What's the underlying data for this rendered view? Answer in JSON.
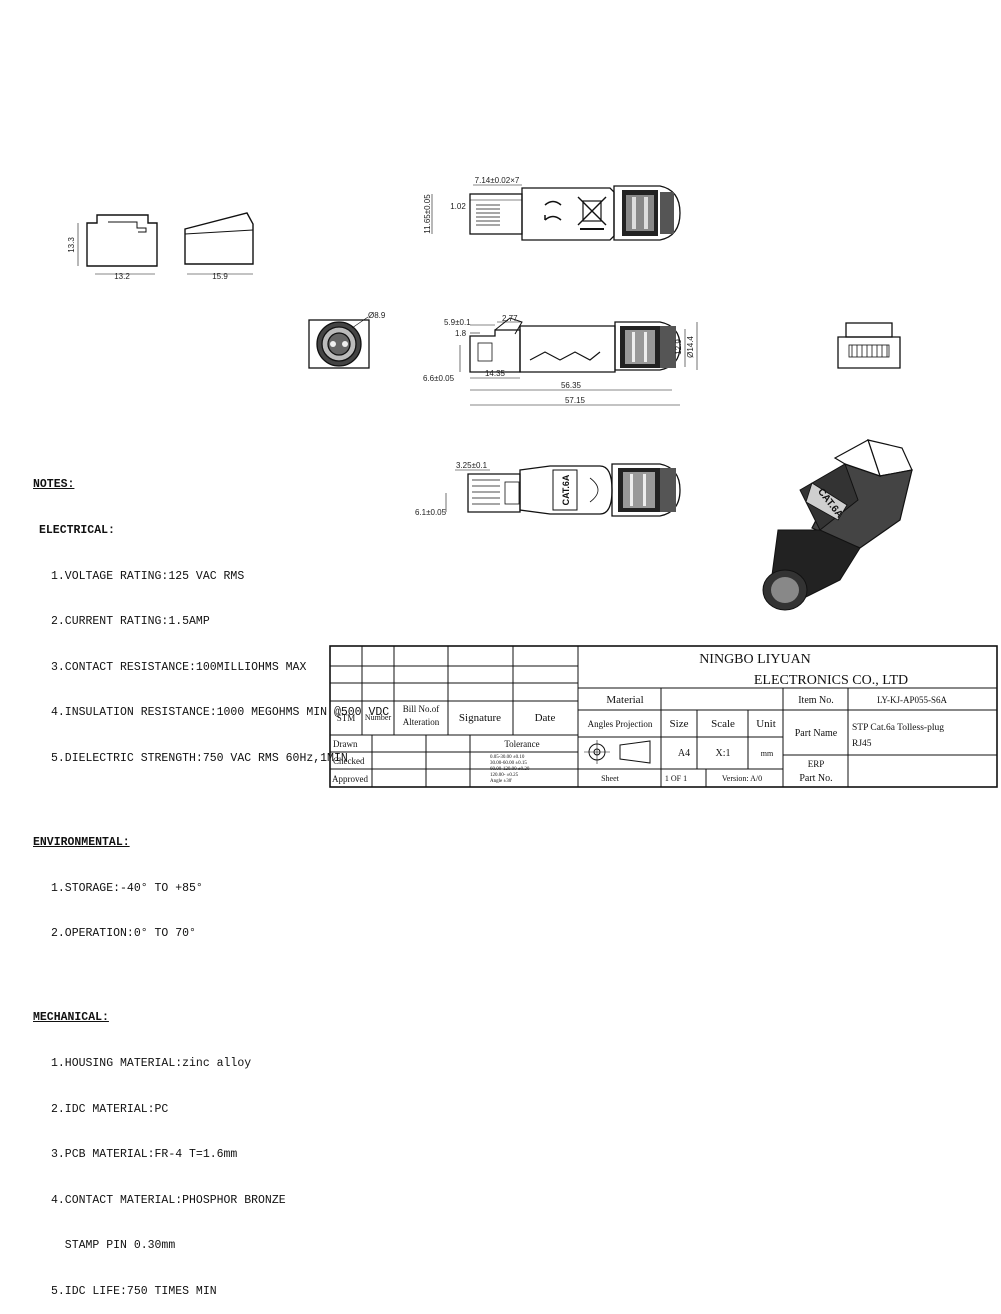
{
  "dimensions": {
    "boot_front_height": "13.3",
    "boot_front_width": "13.2",
    "boot_side_length": "15.9",
    "top_width": "7.14±0.02×7",
    "top_height": "11.65±0.05",
    "top_inner": "1.02",
    "end_diameter": "Ø8.9",
    "side_a": "5.9±0.1",
    "side_b": "1.8",
    "side_c": "2.77",
    "side_d": "6.6±0.05",
    "side_e": "14.35",
    "side_f": "56.35",
    "side_g": "57.15",
    "side_h": "12.9",
    "side_i": "Ø14.4",
    "bottom_a": "3.25±0.1",
    "bottom_b": "6.1±0.05",
    "cat_label": "CAT.6A"
  },
  "notes": {
    "title": "NOTES:",
    "electrical_title": "ELECTRICAL:",
    "electrical": [
      "1.VOLTAGE RATING:125 VAC RMS",
      "2.CURRENT RATING:1.5AMP",
      "3.CONTACT RESISTANCE:100MILLIOHMS MAX",
      "4.INSULATION RESISTANCE:1000 MEGOHMS MIN @500 VDC",
      "5.DIELECTRIC STRENGTH:750 VAC RMS 60Hz,1MIN"
    ],
    "environmental_title": "ENVIRONMENTAL:",
    "environmental": [
      "1.STORAGE:-40° TO +85°",
      "2.OPERATION:0° TO 70°"
    ],
    "mechanical_title": "MECHANICAL:",
    "mechanical": [
      "1.HOUSING MATERIAL:zinc alloy",
      "2.IDC MATERIAL:PC",
      "3.PCB MATERIAL:FR-4 T=1.6mm",
      "4.CONTACT MATERIAL:PHOSPHOR BRONZE",
      "  STAMP PIN 0.30mm",
      "5.IDC LIFE:750 TIMES MIN"
    ]
  },
  "title_block": {
    "company_line1": "NINGBO LIYUAN",
    "company_line2": "ELECTRONICS CO., LTD",
    "material": "Material",
    "angles_projection": "Angles Projection",
    "size": "Size",
    "scale": "Scale",
    "unit": "Unit",
    "size_value": "A4",
    "scale_value": "X:1",
    "unit_value": "mm",
    "item_no_label": "Item No.",
    "item_no_value": "LY-KJ-AP055-S6A",
    "part_name_label": "Part Name",
    "part_name_value1": "STP Cat.6a Tolless-plug",
    "part_name_value2": "RJ45",
    "erp_label": "ERP",
    "part_no_label": "Part No.",
    "sheet_label": "Sheet",
    "sheet_value": "1 OF 1",
    "version": "Version: A/0",
    "stm": "STM",
    "number": "Number",
    "bill_no": "Bill No.of",
    "alteration": "Alteration",
    "signature": "Signature",
    "date": "Date",
    "drawn": "Drawn",
    "checked": "Checked",
    "approved": "Approved",
    "tolerance": "Tolerance",
    "tol_lines": [
      "0.05-30.00  ±0.10",
      "30.00-60.00 ±0.15",
      "60.00-120.00 ±0.20",
      "120.00-      ±0.25",
      "Angle        ±30'"
    ]
  }
}
